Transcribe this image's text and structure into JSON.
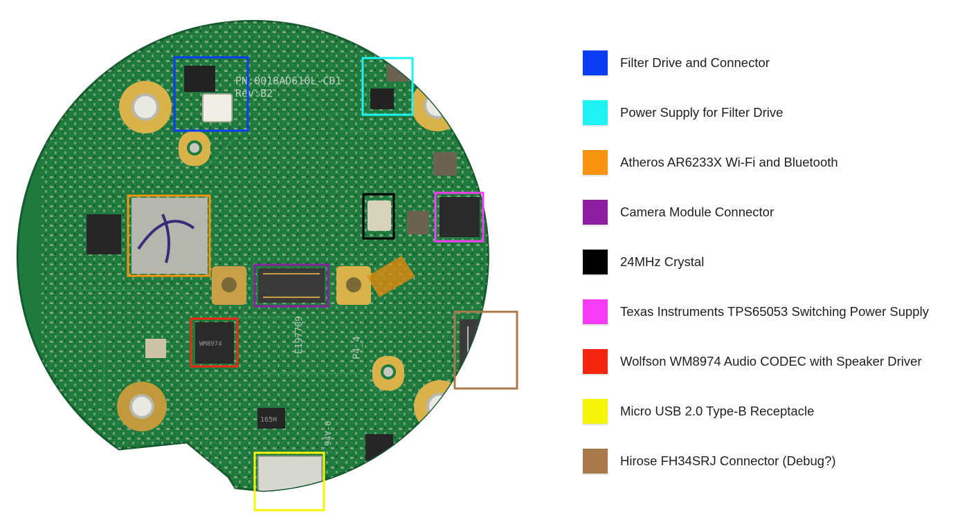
{
  "board": {
    "pcb_markings": [
      "PN:0Q18AD610L-CD1",
      "Rev:B2",
      "P4_4",
      "E197709",
      "94V-0"
    ],
    "chip_marks": [
      "WM8974",
      "165H"
    ],
    "pcb_color": "#1f7a3e",
    "gold_color": "#d9b24a"
  },
  "legend": {
    "items": [
      {
        "label": "Filter Drive and Connector",
        "color": "#0a3ef5"
      },
      {
        "label": "Power Supply for Filter Drive",
        "color": "#1ef2f2"
      },
      {
        "label": "Atheros AR6233X Wi-Fi and Bluetooth",
        "color": "#f7930e"
      },
      {
        "label": "Camera Module Connector",
        "color": "#8e1fa0"
      },
      {
        "label": "24MHz Crystal",
        "color": "#000000"
      },
      {
        "label": "Texas Instruments TPS65053 Switching Power Supply",
        "color": "#f73cf5"
      },
      {
        "label": "Wolfson WM8974 Audio CODEC with Speaker Driver",
        "color": "#f5250f"
      },
      {
        "label": "Micro USB 2.0 Type-B Receptacle",
        "color": "#f7f506"
      },
      {
        "label": "Hirose FH34SRJ Connector (Debug?)",
        "color": "#a8794a"
      }
    ]
  }
}
